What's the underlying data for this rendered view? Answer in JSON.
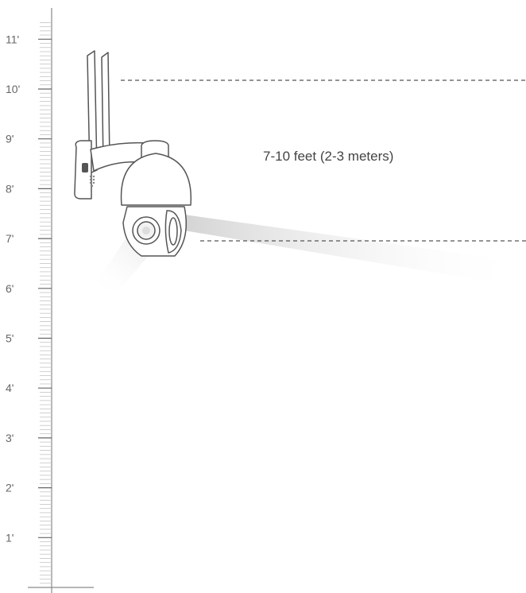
{
  "ruler": {
    "unit": "feet",
    "labels": [
      "1'",
      "2'",
      "3'",
      "4'",
      "5'",
      "6'",
      "7'",
      "8'",
      "9'",
      "10'",
      "11'"
    ]
  },
  "mounting_range": {
    "label": "7-10 feet (2-3 meters)",
    "min_feet": 7,
    "max_feet": 10
  },
  "device": {
    "icon": "ptz-camera-icon"
  },
  "colors": {
    "line": "#888888",
    "text": "#444444",
    "camera_outline": "#555555",
    "beam": "#d9d9d9"
  }
}
